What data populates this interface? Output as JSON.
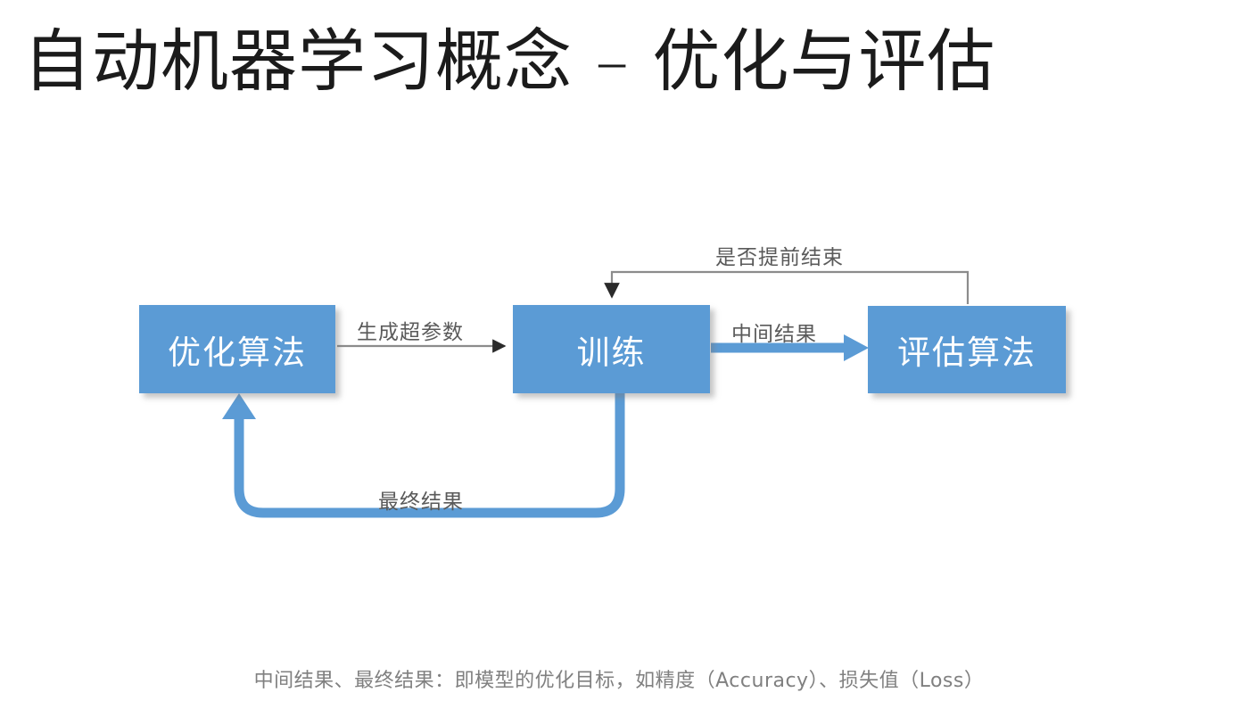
{
  "slide": {
    "title": "自动机器学习概念 – 优化与评估",
    "background_color": "#ffffff",
    "title_color": "#1b1b1b"
  },
  "diagram": {
    "accent_color": "#5B9BD5",
    "gray_line_color": "#8c8c8c",
    "nodes": [
      {
        "id": "optimizer",
        "label": "优化算法"
      },
      {
        "id": "training",
        "label": "训练"
      },
      {
        "id": "evaluator",
        "label": "评估算法"
      }
    ],
    "edges": [
      {
        "id": "gen-hyperparams",
        "label": "生成超参数",
        "from": "optimizer",
        "to": "training",
        "style": "thin-gray"
      },
      {
        "id": "intermediate",
        "label": "中间结果",
        "from": "training",
        "to": "evaluator",
        "style": "thick-blue"
      },
      {
        "id": "early-stop",
        "label": "是否提前结束",
        "from": "evaluator",
        "to": "training",
        "style": "thin-gray"
      },
      {
        "id": "final-result",
        "label": "最终结果",
        "from": "training",
        "to": "optimizer",
        "style": "thick-blue"
      }
    ]
  },
  "footer": {
    "note": "中间结果、最终结果：即模型的优化目标，如精度（Accuracy）、损失值（Loss）",
    "color": "#808080"
  }
}
